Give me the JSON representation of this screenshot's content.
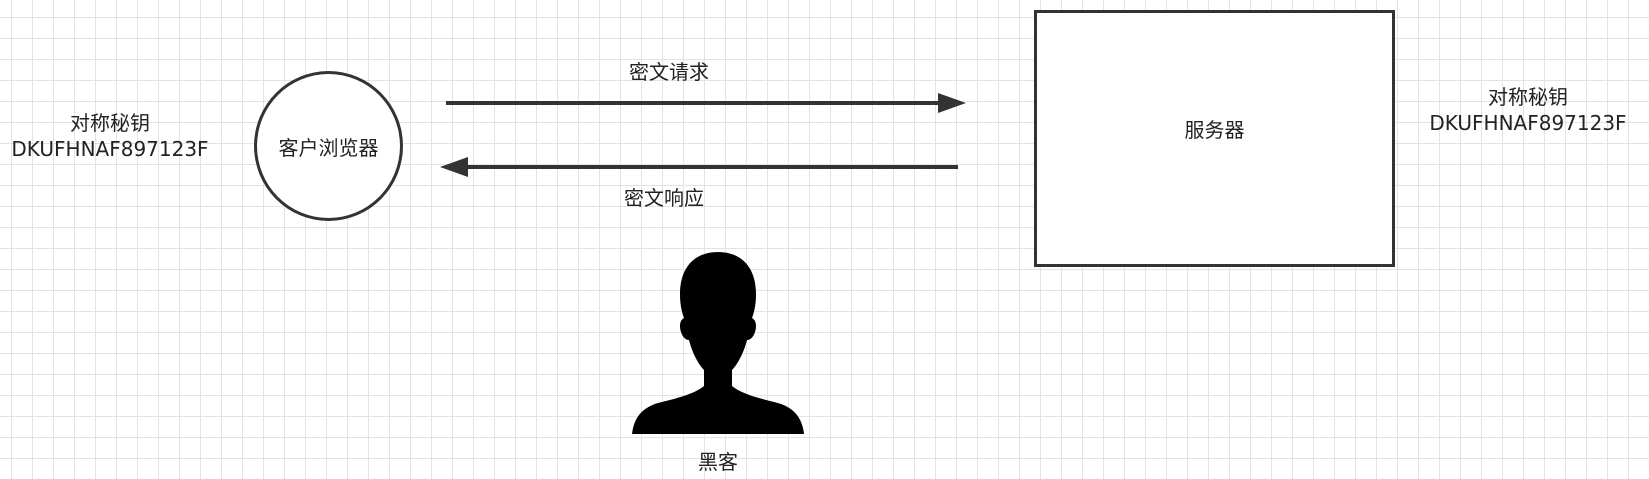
{
  "left_key": {
    "label": "对称秘钥",
    "value": "DKUFHNAF897123F"
  },
  "right_key": {
    "label": "对称秘钥",
    "value": "DKUFHNAF897123F"
  },
  "client": {
    "label": "客户浏览器"
  },
  "server": {
    "label": "服务器"
  },
  "request_arrow": {
    "label": "密文请求"
  },
  "response_arrow": {
    "label": "密文响应"
  },
  "hacker": {
    "label": "黑客",
    "icon": "person-silhouette-icon"
  },
  "colors": {
    "stroke": "#333333",
    "grid": "#e3e3e3",
    "silhouette": "#000000"
  }
}
